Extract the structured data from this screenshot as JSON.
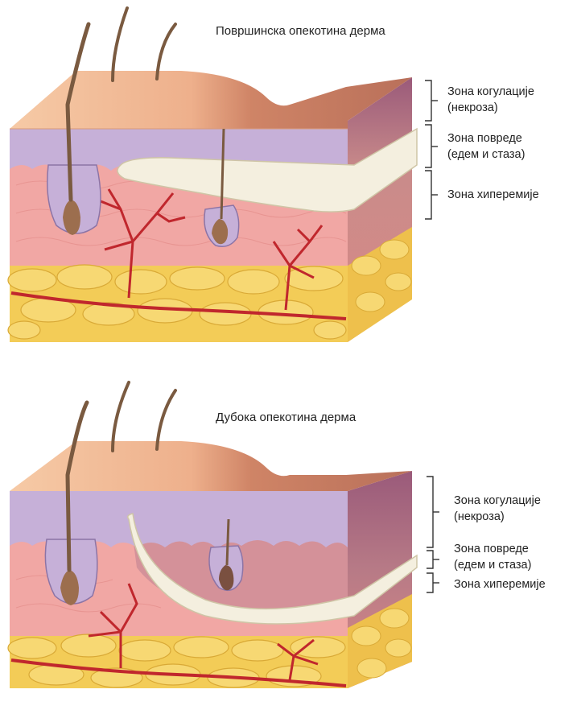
{
  "panels": {
    "superficial": {
      "title": "Површинска опекотина дерма",
      "zones": {
        "coagulation": {
          "line1": "Зона когулације",
          "line2": "(некроза)"
        },
        "stasis": {
          "line1": "Зона повреде",
          "line2": "(едем и стаза)"
        },
        "hyperemia": {
          "line1": "Зона хиперемије"
        }
      }
    },
    "deep": {
      "title": "Дубока опекотина дерма",
      "zones": {
        "coagulation": {
          "line1": "Зона когулације",
          "line2": "(некроза)"
        },
        "stasis": {
          "line1": "Зона повреде",
          "line2": "(едем и стаза)"
        },
        "hyperemia": {
          "line1": "Зона хиперемије"
        }
      }
    }
  },
  "colors": {
    "skin_top": "#f2c3a0",
    "burn_top": "#c97c5d",
    "epidermis_purple": "#c6b0d8",
    "dermis_pink": "#f1a7a4",
    "dermis_deep": "#e88f8c",
    "fat_yellow": "#f3cc57",
    "vessel_red": "#c0272d",
    "hair_brown": "#7a5a40",
    "zone_band_cream": "#f4efdf"
  }
}
